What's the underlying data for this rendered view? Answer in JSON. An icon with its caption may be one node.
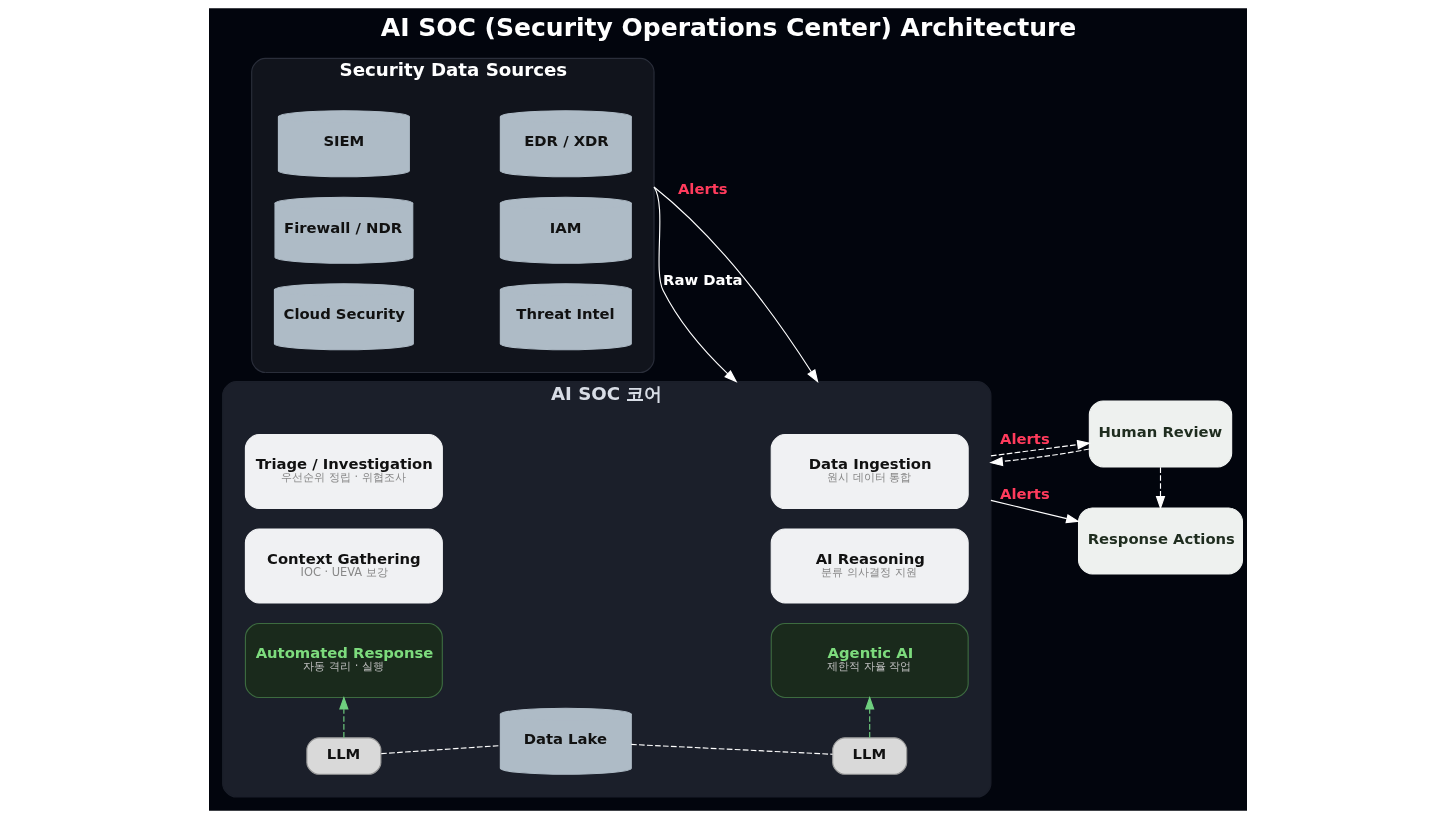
{
  "diagram": {
    "title": "AI SOC (Security Operations Center) Architecture",
    "nodes": [
      {
        "text": [
          "Security Data Sources"
        ]
      },
      {
        "text": [
          "SIEM"
        ],
        "in": 0
      },
      {
        "text": [
          "EDR / XDR"
        ],
        "in": 0
      },
      {
        "text": [
          "Firewall / NDR"
        ],
        "in": 0
      },
      {
        "text": [
          "IAM"
        ],
        "in": 0
      },
      {
        "text": [
          "Cloud Security"
        ],
        "in": 0
      },
      {
        "text": [
          "Threat Intel"
        ],
        "in": 0
      },
      {
        "text": [
          "AI SOC 코어"
        ]
      },
      {
        "text": [
          "Triage / Investigation",
          "우선순위 정립 · 위협조사"
        ],
        "in": 7
      },
      {
        "text": [
          "Data Ingestion",
          "원시 데이터 통합"
        ],
        "in": 7
      },
      {
        "text": [
          "Context Gathering",
          "IOC · UEVA 보강"
        ],
        "in": 7
      },
      {
        "text": [
          "AI Reasoning",
          "분류 의사결정 지원"
        ],
        "in": 7
      },
      {
        "text": [
          "Automated Response",
          "자동 격리 · 실행"
        ],
        "in": 7
      },
      {
        "text": [
          "Agentic AI",
          "제한적 자율 작업"
        ],
        "in": 7
      },
      {
        "text": [
          "LLM"
        ],
        "in": 7
      },
      {
        "text": [
          "Data Lake"
        ],
        "in": 7
      },
      {
        "text": [
          "LLM"
        ],
        "in": 7
      },
      {
        "text": [
          "Human Review"
        ]
      },
      {
        "text": [
          "Response Actions"
        ]
      }
    ],
    "edges": [
      {
        "from": 0,
        "to": 7,
        "arrow": "to",
        "label": "Alerts"
      },
      {
        "from": 0,
        "to": 7,
        "arrow": "to",
        "label": "Raw Data"
      },
      {
        "from": 7,
        "to": 17,
        "arrow": "to",
        "label": "Alerts",
        "style": "dashed"
      },
      {
        "from": 17,
        "to": 7,
        "arrow": "to",
        "style": "dashed"
      },
      {
        "from": 17,
        "to": 18,
        "arrow": "to",
        "style": "dashed"
      },
      {
        "from": 7,
        "to": 18,
        "arrow": "to",
        "label": "Alerts"
      },
      {
        "from": 14,
        "to": 12,
        "arrow": "to",
        "style": "dashed",
        "color": "#6fcf7f"
      },
      {
        "from": 16,
        "to": 13,
        "arrow": "to",
        "style": "dashed",
        "color": "#6fcf7f"
      },
      {
        "from": 14,
        "to": 15,
        "arrow": "none",
        "style": "dashed"
      },
      {
        "from": 15,
        "to": 16,
        "arrow": "none",
        "style": "dashed"
      }
    ]
  }
}
